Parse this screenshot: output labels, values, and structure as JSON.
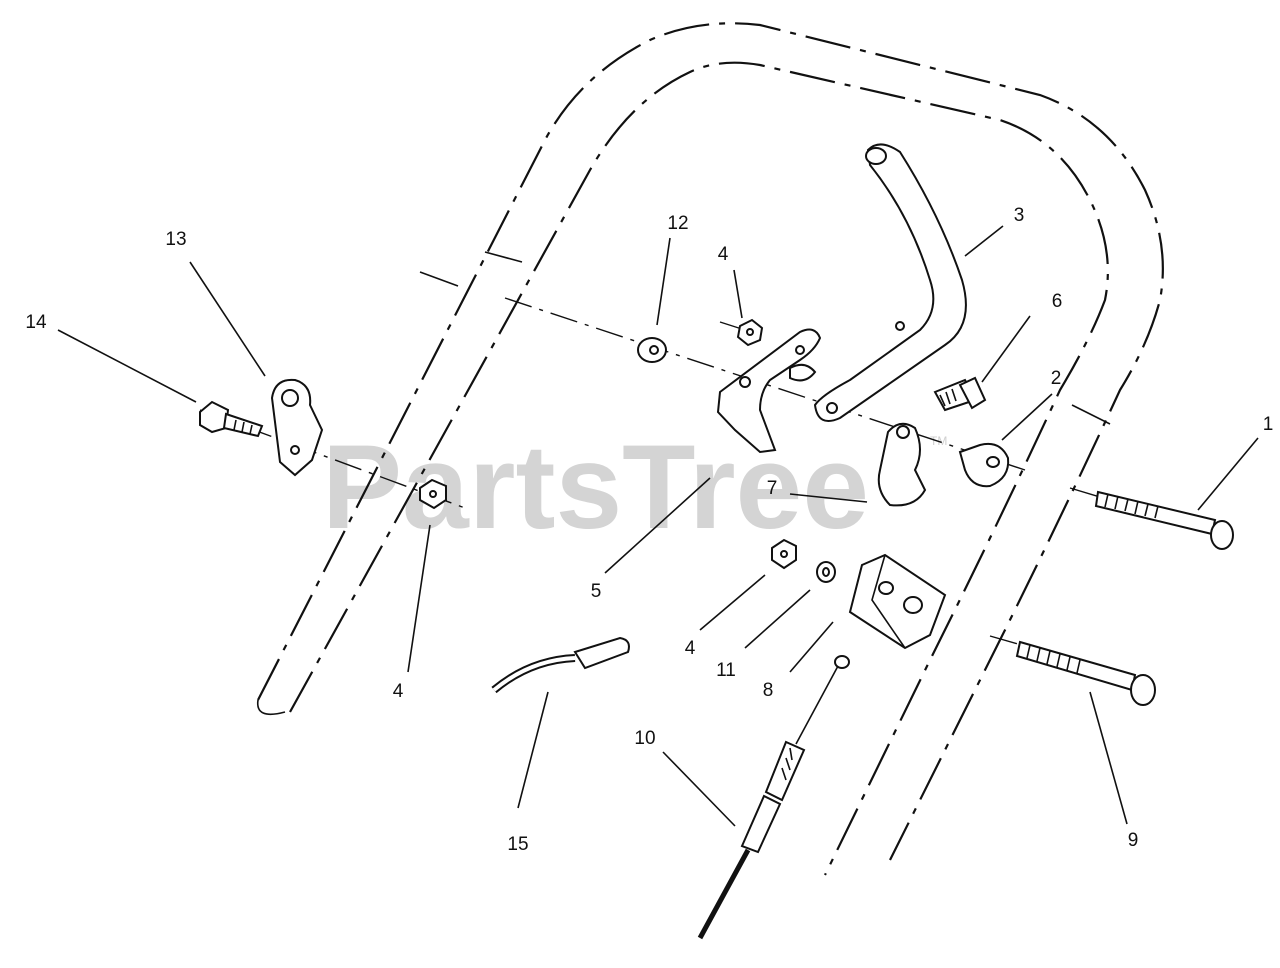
{
  "watermark": {
    "text": "PartsTree",
    "trademark": "TM"
  },
  "callouts": [
    {
      "id": "callout-1",
      "label": "1"
    },
    {
      "id": "callout-2",
      "label": "2"
    },
    {
      "id": "callout-3",
      "label": "3"
    },
    {
      "id": "callout-4a",
      "label": "4"
    },
    {
      "id": "callout-4b",
      "label": "4"
    },
    {
      "id": "callout-4c",
      "label": "4"
    },
    {
      "id": "callout-5",
      "label": "5"
    },
    {
      "id": "callout-6",
      "label": "6"
    },
    {
      "id": "callout-7",
      "label": "7"
    },
    {
      "id": "callout-8",
      "label": "8"
    },
    {
      "id": "callout-9",
      "label": "9"
    },
    {
      "id": "callout-10",
      "label": "10"
    },
    {
      "id": "callout-11",
      "label": "11"
    },
    {
      "id": "callout-12",
      "label": "12"
    },
    {
      "id": "callout-13",
      "label": "13"
    },
    {
      "id": "callout-14",
      "label": "14"
    },
    {
      "id": "callout-15",
      "label": "15"
    }
  ]
}
